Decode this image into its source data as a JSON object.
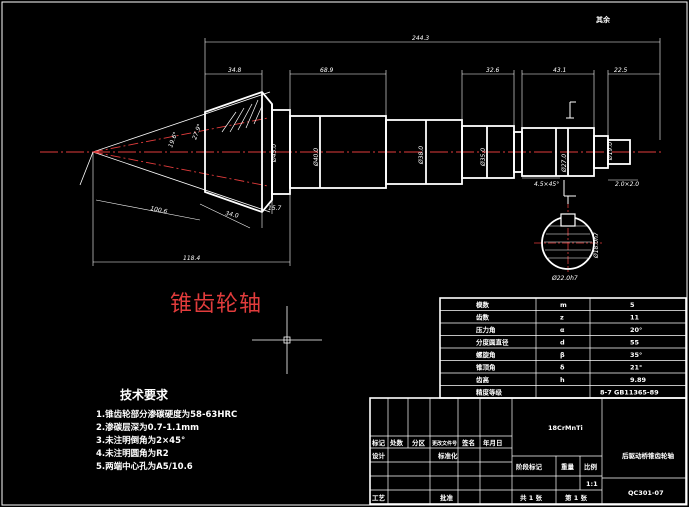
{
  "drawing": {
    "top_right_label": "其余",
    "title": "锥齿轮轴",
    "dims": {
      "total": "244.3",
      "d1": "34.8",
      "d2": "68.9",
      "d3": "32.6",
      "d4": "43.1",
      "d5": "22.5",
      "d6": "100.6",
      "d7": "34.0",
      "d8": "118.4",
      "d9": "15.7",
      "chamfer": "4.5×45°",
      "right_dia": "Ø19.0",
      "right_len": "2.0×2.0",
      "dia1": "Ø45.0",
      "dia2": "Ø40.0",
      "dia3": "Ø38.0",
      "dia4": "Ø35.0",
      "dia5": "Ø27.0",
      "section_dia": "Ø22.0h7",
      "section_key": "Ø18.0h7",
      "angle1": "19.6°",
      "angle2": "27.9°"
    },
    "params": {
      "rows": [
        {
          "name": "模数",
          "sym": "m",
          "val": "5"
        },
        {
          "name": "齿数",
          "sym": "z",
          "val": "11"
        },
        {
          "name": "压力角",
          "sym": "α",
          "val": "20°"
        },
        {
          "name": "分度圆直径",
          "sym": "d",
          "val": "55"
        },
        {
          "name": "螺旋角",
          "sym": "β",
          "val": "35°"
        },
        {
          "name": "锥顶角",
          "sym": "δ",
          "val": "21°"
        },
        {
          "name": "齿高",
          "sym": "h",
          "val": "9.89"
        },
        {
          "name": "精度等级",
          "sym": "",
          "val": "8-7 GB11365-89"
        }
      ]
    },
    "tech": {
      "heading": "技术要求",
      "lines": [
        "1.锥齿轮部分渗碳硬度为58-63HRC",
        "2.渗碳层深为0.7-1.1mm",
        "3.未注明倒角为2×45°",
        "4.未注明圆角为R2",
        "5.两端中心孔为A5/10.6"
      ]
    },
    "title_block": {
      "material": "18CrMnTi",
      "part_name": "后驱动桥锥齿轮轴",
      "code": "QC301-07",
      "h_mark": "标记",
      "h_count": "处数",
      "h_zone": "分区",
      "h_doc": "更改文件号",
      "h_sign": "签名",
      "h_date": "年月日",
      "design": "设计",
      "standard": "标准化",
      "stage": "阶段标记",
      "weight": "重量",
      "scale": "比例",
      "scale_val": "1:1",
      "sheets": "共 1 张",
      "sheet_no": "第 1 张",
      "craft": "工艺",
      "approve": "批准"
    }
  }
}
